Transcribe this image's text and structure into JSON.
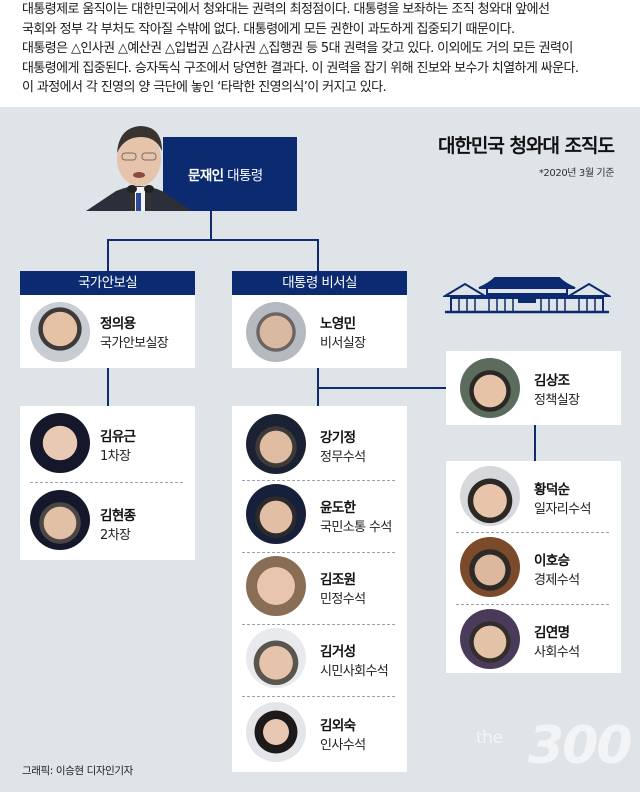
{
  "intro": {
    "lines": [
      "대통령제로 움직이는 대한민국에서 청와대는 권력의 최정점이다. 대통령을 보좌하는 조직 청와대 앞에선",
      "국회와 정부 각 부처도 작아질 수밖에 없다. 대통령에게 모든 권한이 과도하게 집중되기 때문이다.",
      "대통령은 △인사권 △예산권 △입법권 △감사권 △집행권 등 5대 권력을 갖고 있다. 이외에도 거의 모든 권력이",
      "대통령에게 집중된다. 승자독식 구조에서 당연한 결과다. 이 권력을 잡기 위해 진보와 보수가 치열하게 싸운다.",
      "이 과정에서 각 진영의 양 극단에 놓인 ‘타락한 진영의식’이 커지고 있다."
    ]
  },
  "chart": {
    "title": "대한민국 청와대 조직도",
    "note": "*2020년 3월 기준"
  },
  "colors": {
    "navy": "#0b2a70",
    "panel": "#dfe4e8",
    "card": "#ffffff"
  },
  "president": {
    "name": "문재인",
    "title": "대통령",
    "icon": "president-portrait"
  },
  "departments": [
    {
      "header": "국가안보실",
      "head": {
        "name": "정의용",
        "role": "국가안보실장"
      },
      "members": [
        {
          "name": "김유근",
          "role": "1차장"
        },
        {
          "name": "김현종",
          "role": "2차장"
        }
      ]
    },
    {
      "header": "대통령 비서실",
      "head": {
        "name": "노영민",
        "role": "비서실장"
      },
      "members": [
        {
          "name": "강기정",
          "role": "정무수석"
        },
        {
          "name": "윤도한",
          "role": "국민소통 수석"
        },
        {
          "name": "김조원",
          "role": "민정수석"
        },
        {
          "name": "김거성",
          "role": "시민사회수석"
        },
        {
          "name": "김외숙",
          "role": "인사수석"
        }
      ]
    },
    {
      "header": "",
      "head": {
        "name": "김상조",
        "role": "정책실장"
      },
      "members": [
        {
          "name": "황덕순",
          "role": "일자리수석"
        },
        {
          "name": "이호승",
          "role": "경제수석"
        },
        {
          "name": "김연명",
          "role": "사회수석"
        }
      ]
    }
  ],
  "footer": {
    "credit": "그래픽: 이승현 디자인기자",
    "logo_small": "the",
    "logo_big": "300"
  }
}
